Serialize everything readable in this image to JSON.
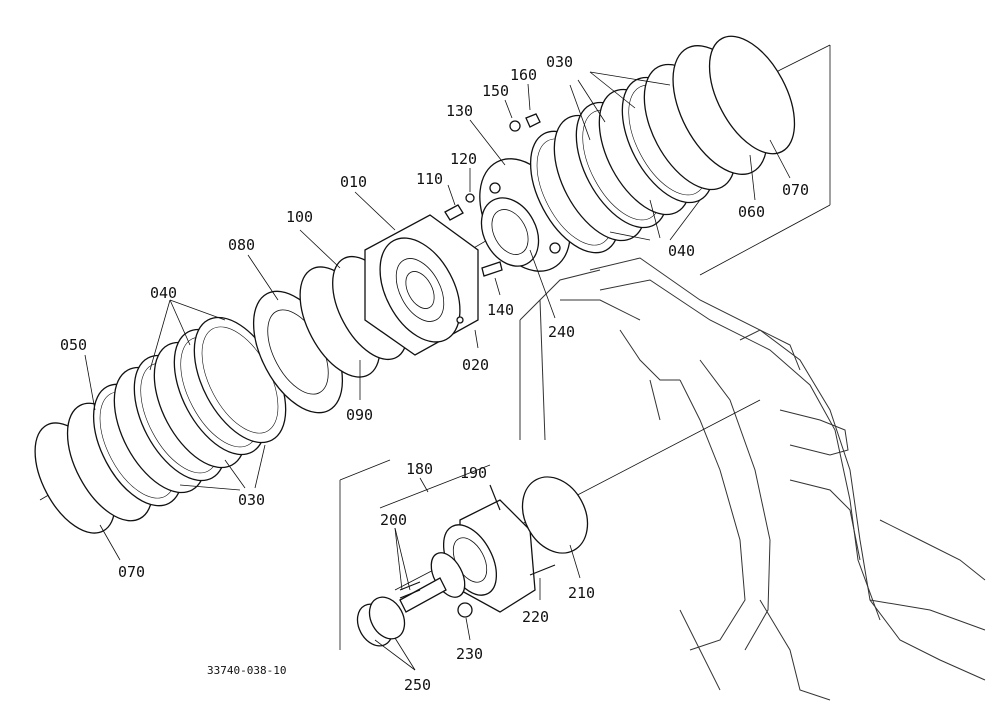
{
  "drawing": {
    "code": "33740-038-10",
    "callouts": {
      "c010": "010",
      "c020": "020",
      "c030_top": "030",
      "c030_bottom": "030",
      "c040_top": "040",
      "c040_left": "040",
      "c050": "050",
      "c060": "060",
      "c070_right": "070",
      "c070_left": "070",
      "c080": "080",
      "c090": "090",
      "c100": "100",
      "c110": "110",
      "c120": "120",
      "c130": "130",
      "c140": "140",
      "c150": "150",
      "c160": "160",
      "c180": "180",
      "c190": "190",
      "c200": "200",
      "c210": "210",
      "c220": "220",
      "c230": "230",
      "c240": "240",
      "c250": "250"
    }
  }
}
